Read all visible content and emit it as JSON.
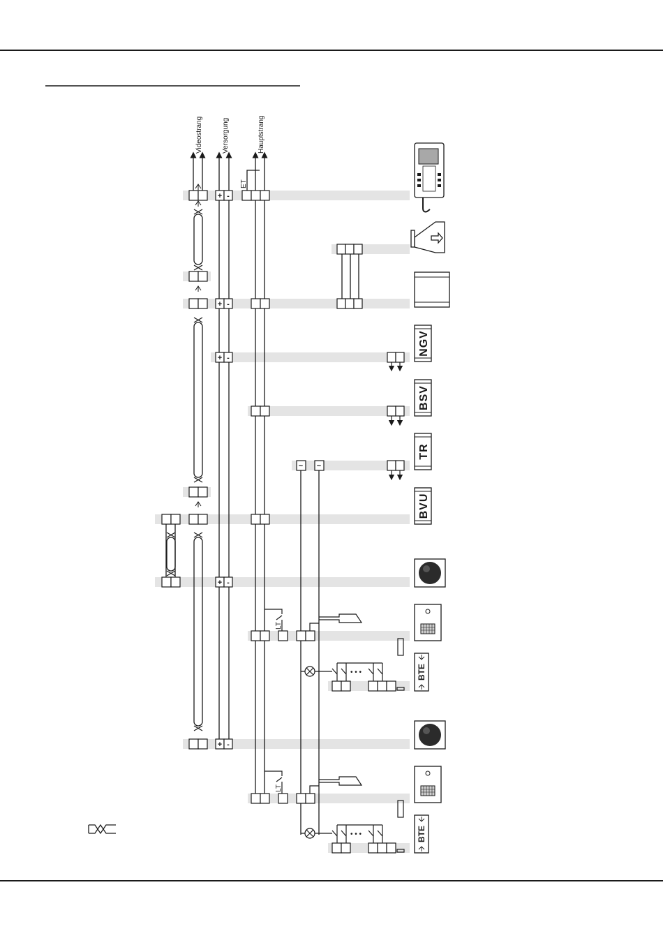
{
  "bus_labels": {
    "video": "Videostrang",
    "supply": "Versorgung",
    "main": "Hauptstrang"
  },
  "switch_labels": {
    "et": "ET",
    "lt": "LT"
  },
  "devices": {
    "ngv": "NGV",
    "bsv": "BSV",
    "tr": "TR",
    "bvu": "BVU",
    "bte": "BTE"
  },
  "symbols": {
    "plus": "+",
    "minus": "-",
    "ac": "~",
    "dots": "• • •"
  },
  "colors": {
    "ink": "#1a1a1a",
    "band": "#e4e4e4",
    "screen": "#a8a8a8",
    "camera": "#2b2b2b"
  }
}
